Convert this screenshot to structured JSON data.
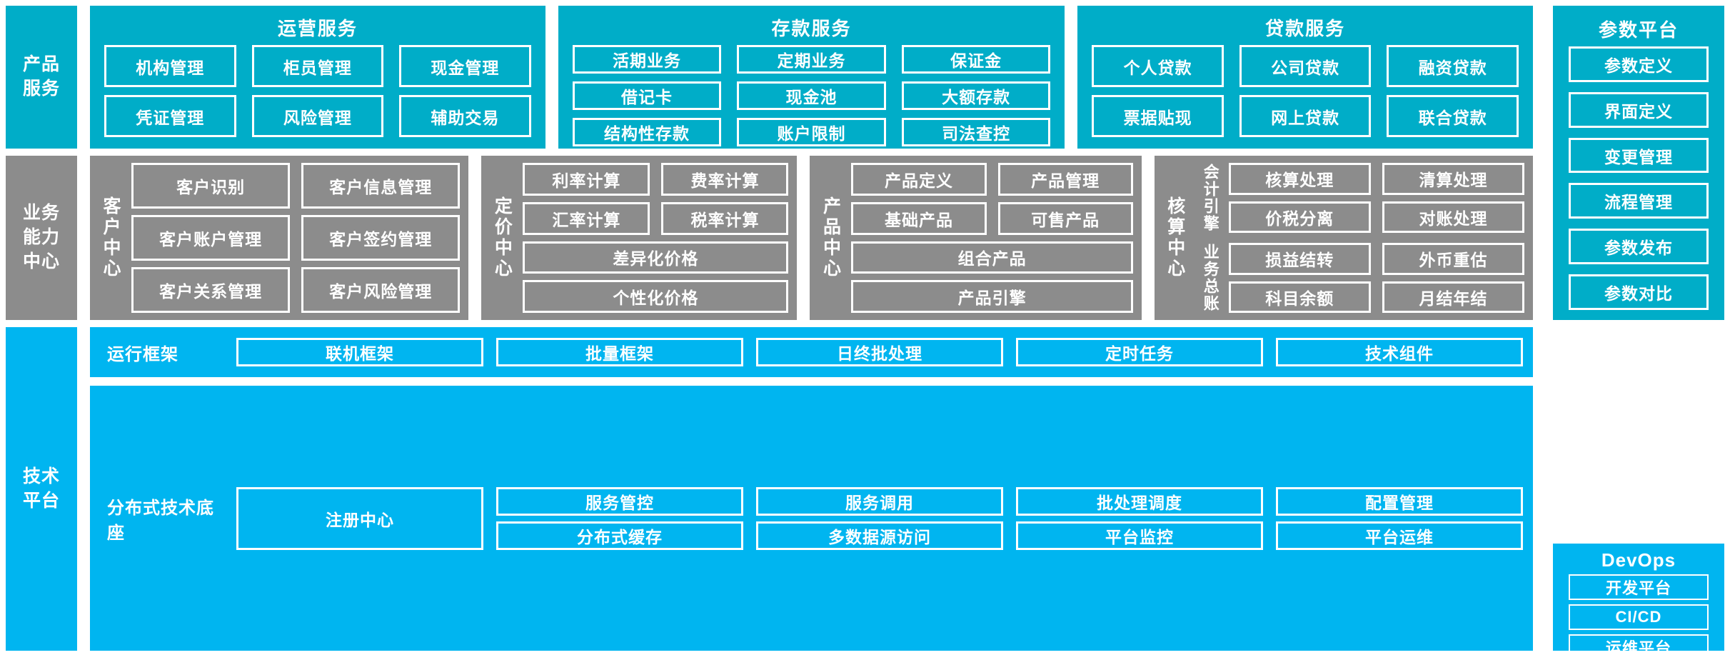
{
  "colors": {
    "teal": "#00adc8",
    "gray": "#8c8c8c",
    "cyan": "#00b5f0",
    "border": "#ffffff"
  },
  "product_services": {
    "label": "产品\n服务",
    "groups": [
      {
        "title": "运营服务",
        "items": [
          "机构管理",
          "柜员管理",
          "现金管理",
          "凭证管理",
          "风险管理",
          "辅助交易"
        ]
      },
      {
        "title": "存款服务",
        "items": [
          "活期业务",
          "定期业务",
          "保证金",
          "借记卡",
          "现金池",
          "大额存款",
          "结构性存款",
          "账户限制",
          "司法查控"
        ]
      },
      {
        "title": "贷款服务",
        "items": [
          "个人贷款",
          "公司贷款",
          "融资贷款",
          "票据贴现",
          "网上贷款",
          "联合贷款"
        ]
      }
    ]
  },
  "business_capability": {
    "label": "业务\n能力\n中心",
    "centers": [
      {
        "name": "客户中心",
        "items": [
          "客户识别",
          "客户信息管理",
          "客户账户管理",
          "客户签约管理",
          "客户关系管理",
          "客户风险管理"
        ]
      },
      {
        "name": "定价中心",
        "items": [
          "利率计算",
          "费率计算",
          "汇率计算",
          "税率计算"
        ],
        "wide_items": [
          "差异化价格",
          "个性化价格"
        ]
      },
      {
        "name": "产品中心",
        "items": [
          "产品定义",
          "产品管理",
          "基础产品",
          "可售产品"
        ],
        "wide_items": [
          "组合产品",
          "产品引擎"
        ]
      },
      {
        "name": "核算中心",
        "subgroups": [
          {
            "name": "会计引擎",
            "items": [
              "核算处理",
              "清算处理",
              "价税分离",
              "对账处理"
            ]
          },
          {
            "name": "业务总账",
            "items": [
              "损益结转",
              "外币重估",
              "科目余额",
              "月结年结"
            ]
          }
        ]
      }
    ]
  },
  "tech_platform": {
    "label": "技术\n平台",
    "bands": [
      {
        "name": "运行框架",
        "items": [
          "联机框架",
          "批量框架",
          "日终批处理",
          "定时任务",
          "技术组件"
        ]
      },
      {
        "name": "分布式技术底座",
        "anchor": "注册中心",
        "items": [
          "服务管控",
          "服务调用",
          "批处理调度",
          "配置管理",
          "分布式缓存",
          "多数据源访问",
          "平台监控",
          "平台运维"
        ]
      }
    ]
  },
  "parameter_platform": {
    "title": "参数平台",
    "items": [
      "参数定义",
      "界面定义",
      "变更管理",
      "流程管理",
      "参数发布",
      "参数对比"
    ]
  },
  "devops": {
    "title": "DevOps",
    "items": [
      "开发平台",
      "CI/CD",
      "运维平台"
    ]
  }
}
